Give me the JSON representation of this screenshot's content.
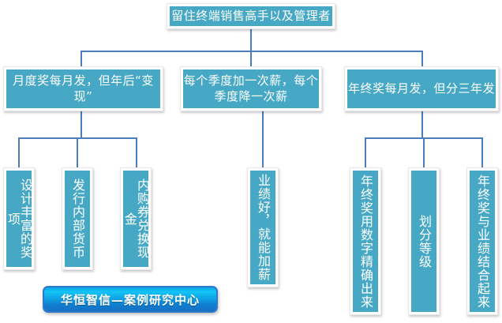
{
  "diagram": {
    "root": {
      "label": "留住终端销售高手以及管理者"
    },
    "branches": [
      {
        "label": "月度奖每月发，但年后“变现”",
        "children": [
          {
            "label": "设计丰富的奖项"
          },
          {
            "label": "发行内部货币"
          },
          {
            "label": "内购券兑换现金"
          }
        ]
      },
      {
        "label": "每个季度加一次薪，每个季度降一次薪",
        "children": [
          {
            "label": "业绩好，就能加薪"
          }
        ]
      },
      {
        "label": "年终奖每月发，但分三年发",
        "children": [
          {
            "label": "年终奖用数字精确出来"
          },
          {
            "label": "划分等级"
          },
          {
            "label": "年终奖与业绩结合起来"
          }
        ]
      }
    ]
  },
  "footer": {
    "badge_label": "华恒智信—案例研究中心"
  },
  "colors": {
    "node_fill": "#46a8c4",
    "connector": "#4a7ebb",
    "badge_blue": "#0f9fe2",
    "text": "#ffffff"
  }
}
